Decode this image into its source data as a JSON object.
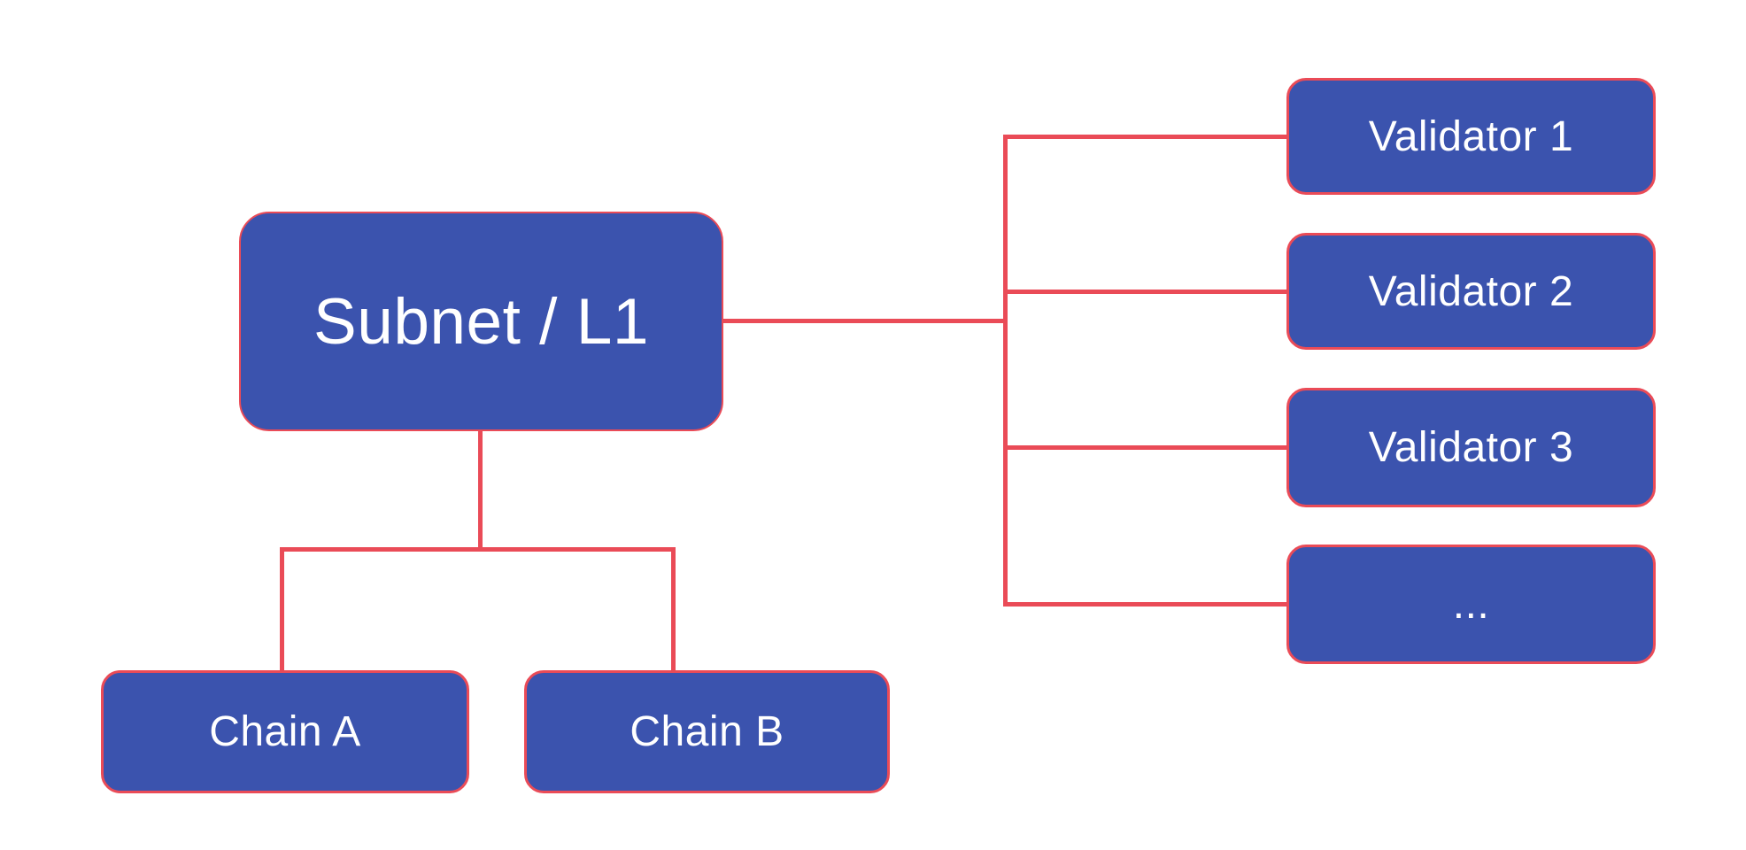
{
  "diagram": {
    "colors": {
      "background": "#ffffff",
      "node_fill": "#3b53ae",
      "stroke": "#ea4b57",
      "node_text": "#ffffff"
    },
    "nodes": {
      "subnet": {
        "label": "Subnet / L1"
      },
      "chain_a": {
        "label": "Chain A"
      },
      "chain_b": {
        "label": "Chain B"
      },
      "validator_1": {
        "label": "Validator 1"
      },
      "validator_2": {
        "label": "Validator 2"
      },
      "validator_3": {
        "label": "Validator 3"
      },
      "validator_more": {
        "label": "..."
      }
    },
    "edges": [
      {
        "from": "Subnet / L1",
        "to": "Chain A"
      },
      {
        "from": "Subnet / L1",
        "to": "Chain B"
      },
      {
        "from": "Subnet / L1",
        "to": "Validator 1"
      },
      {
        "from": "Subnet / L1",
        "to": "Validator 2"
      },
      {
        "from": "Subnet / L1",
        "to": "Validator 3"
      },
      {
        "from": "Subnet / L1",
        "to": "..."
      }
    ]
  }
}
